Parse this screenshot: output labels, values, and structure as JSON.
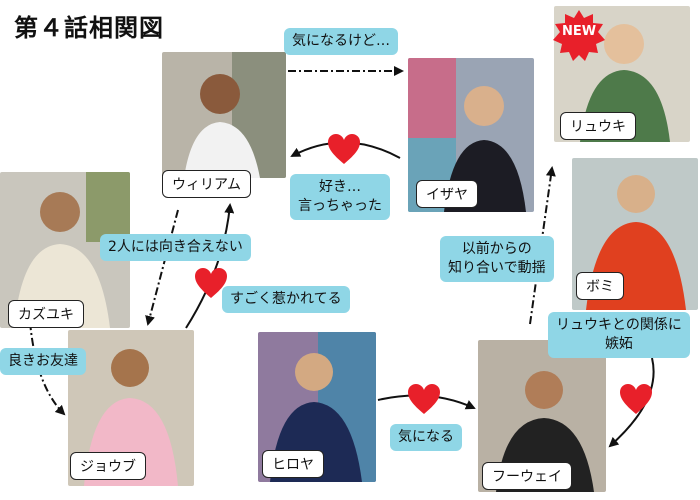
{
  "title": "第４話相関図",
  "badge": "NEW",
  "characters": {
    "william": "ウィリアム",
    "izaya": "イザヤ",
    "ryuki": "リュウキ",
    "kazuyuki": "カズユキ",
    "bomi": "ボミ",
    "jobu": "ジョウブ",
    "hiroya": "ヒロヤ",
    "fuwei": "フーウェイ"
  },
  "relations": {
    "william_to_izaya": "気になるけど…",
    "izaya_to_william_line1": "好き…",
    "izaya_to_william_line2": "言っちゃった",
    "william_jobu": "2人には向き合えない",
    "jobu_to_william": "すごく惹かれてる",
    "kazuyuki_to_jobu": "良きお友達",
    "fuwei_to_izaya_line1": "以前からの",
    "fuwei_to_izaya_line2": "知り合いで動揺",
    "fuwei_jealous_line1": "リュウキとの関係に",
    "fuwei_jealous_line2": "嫉妬",
    "hiroya_to_fuwei": "気になる"
  },
  "colors": {
    "bubble": "#8fd6e6",
    "heart": "#e8202a",
    "badge": "#e8202a"
  }
}
